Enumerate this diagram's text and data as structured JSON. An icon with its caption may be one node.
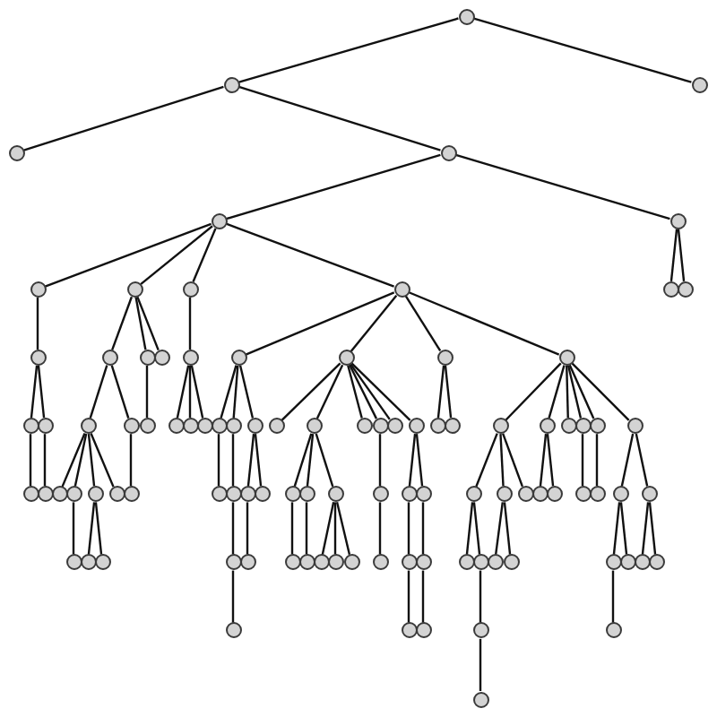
{
  "diagram": {
    "nodes": [
      {
        "text": [],
        "shape": "circle"
      },
      {
        "text": [],
        "shape": "circle"
      },
      {
        "text": [],
        "shape": "circle"
      },
      {
        "text": [],
        "shape": "circle"
      },
      {
        "text": [],
        "shape": "circle"
      },
      {
        "text": [],
        "shape": "circle"
      },
      {
        "text": [],
        "shape": "circle"
      },
      {
        "text": [],
        "shape": "circle"
      },
      {
        "text": [],
        "shape": "circle"
      },
      {
        "text": [],
        "shape": "circle"
      },
      {
        "text": [],
        "shape": "circle"
      },
      {
        "text": [],
        "shape": "circle"
      },
      {
        "text": [],
        "shape": "circle"
      },
      {
        "text": [],
        "shape": "circle"
      },
      {
        "text": [],
        "shape": "circle"
      },
      {
        "text": [],
        "shape": "circle"
      },
      {
        "text": [],
        "shape": "circle"
      },
      {
        "text": [],
        "shape": "circle"
      },
      {
        "text": [],
        "shape": "circle"
      },
      {
        "text": [],
        "shape": "circle"
      },
      {
        "text": [],
        "shape": "circle"
      },
      {
        "text": [],
        "shape": "circle"
      },
      {
        "text": [],
        "shape": "circle"
      },
      {
        "text": [],
        "shape": "circle"
      },
      {
        "text": [],
        "shape": "circle"
      },
      {
        "text": [],
        "shape": "circle"
      },
      {
        "text": [],
        "shape": "circle"
      },
      {
        "text": [],
        "shape": "circle"
      },
      {
        "text": [],
        "shape": "circle"
      },
      {
        "text": [],
        "shape": "circle"
      },
      {
        "text": [],
        "shape": "circle"
      },
      {
        "text": [],
        "shape": "circle"
      },
      {
        "text": [],
        "shape": "circle"
      },
      {
        "text": [],
        "shape": "circle"
      },
      {
        "text": [],
        "shape": "circle"
      },
      {
        "text": [],
        "shape": "circle"
      },
      {
        "text": [],
        "shape": "circle"
      },
      {
        "text": [],
        "shape": "circle"
      },
      {
        "text": [],
        "shape": "circle"
      },
      {
        "text": [],
        "shape": "circle"
      },
      {
        "text": [],
        "shape": "circle"
      },
      {
        "text": [],
        "shape": "circle"
      },
      {
        "text": [],
        "shape": "circle"
      },
      {
        "text": [],
        "shape": "circle"
      },
      {
        "text": [],
        "shape": "circle"
      },
      {
        "text": [],
        "shape": "circle"
      },
      {
        "text": [],
        "shape": "circle"
      },
      {
        "text": [],
        "shape": "circle"
      },
      {
        "text": [],
        "shape": "circle"
      },
      {
        "text": [],
        "shape": "circle"
      },
      {
        "text": [],
        "shape": "circle"
      },
      {
        "text": [],
        "shape": "circle"
      },
      {
        "text": [],
        "shape": "circle"
      },
      {
        "text": [],
        "shape": "circle"
      },
      {
        "text": [],
        "shape": "circle"
      },
      {
        "text": [],
        "shape": "circle"
      },
      {
        "text": [],
        "shape": "circle"
      },
      {
        "text": [],
        "shape": "circle"
      },
      {
        "text": [],
        "shape": "circle"
      },
      {
        "text": [],
        "shape": "circle"
      },
      {
        "text": [],
        "shape": "circle"
      },
      {
        "text": [],
        "shape": "circle"
      },
      {
        "text": [],
        "shape": "circle"
      },
      {
        "text": [],
        "shape": "circle"
      },
      {
        "text": [],
        "shape": "circle"
      },
      {
        "text": [],
        "shape": "circle"
      },
      {
        "text": [],
        "shape": "circle"
      },
      {
        "text": [],
        "shape": "circle"
      },
      {
        "text": [],
        "shape": "circle"
      },
      {
        "text": [],
        "shape": "circle"
      },
      {
        "text": [],
        "shape": "circle"
      },
      {
        "text": [],
        "shape": "circle"
      },
      {
        "text": [],
        "shape": "circle"
      },
      {
        "text": [],
        "shape": "circle"
      },
      {
        "text": [],
        "shape": "circle"
      },
      {
        "text": [],
        "shape": "circle"
      },
      {
        "text": [],
        "shape": "circle"
      },
      {
        "text": [],
        "shape": "circle"
      },
      {
        "text": [],
        "shape": "circle"
      },
      {
        "text": [],
        "shape": "circle"
      },
      {
        "text": [],
        "shape": "circle"
      },
      {
        "text": [],
        "shape": "circle"
      },
      {
        "text": [],
        "shape": "circle"
      },
      {
        "text": [],
        "shape": "circle"
      },
      {
        "text": [],
        "shape": "circle"
      },
      {
        "text": [],
        "shape": "circle"
      },
      {
        "text": [],
        "shape": "circle"
      },
      {
        "text": [],
        "shape": "circle"
      },
      {
        "text": [],
        "shape": "circle"
      },
      {
        "text": [],
        "shape": "circle"
      },
      {
        "text": [],
        "shape": "circle"
      },
      {
        "text": [],
        "shape": "circle"
      },
      {
        "text": [],
        "shape": "circle"
      },
      {
        "text": [],
        "shape": "circle"
      },
      {
        "text": [],
        "shape": "circle"
      },
      {
        "text": [],
        "shape": "circle"
      },
      {
        "text": [],
        "shape": "circle"
      },
      {
        "text": [],
        "shape": "circle"
      },
      {
        "text": [],
        "shape": "circle"
      },
      {
        "text": [],
        "shape": "circle"
      }
    ],
    "edges": [
      {
        "from": 0,
        "to": 1,
        "arrow": "none"
      },
      {
        "from": 0,
        "to": 2,
        "arrow": "none"
      },
      {
        "from": 1,
        "to": 3,
        "arrow": "none"
      },
      {
        "from": 1,
        "to": 4,
        "arrow": "none"
      },
      {
        "from": 4,
        "to": 5,
        "arrow": "none"
      },
      {
        "from": 4,
        "to": 6,
        "arrow": "none"
      },
      {
        "from": 6,
        "to": 11,
        "arrow": "none"
      },
      {
        "from": 6,
        "to": 12,
        "arrow": "none"
      },
      {
        "from": 5,
        "to": 7,
        "arrow": "none"
      },
      {
        "from": 5,
        "to": 8,
        "arrow": "none"
      },
      {
        "from": 5,
        "to": 9,
        "arrow": "none"
      },
      {
        "from": 5,
        "to": 10,
        "arrow": "none"
      },
      {
        "from": 7,
        "to": 13,
        "arrow": "none"
      },
      {
        "from": 8,
        "to": 14,
        "arrow": "none"
      },
      {
        "from": 8,
        "to": 15,
        "arrow": "none"
      },
      {
        "from": 8,
        "to": 16,
        "arrow": "none"
      },
      {
        "from": 9,
        "to": 17,
        "arrow": "none"
      },
      {
        "from": 10,
        "to": 18,
        "arrow": "none"
      },
      {
        "from": 10,
        "to": 19,
        "arrow": "none"
      },
      {
        "from": 10,
        "to": 20,
        "arrow": "none"
      },
      {
        "from": 10,
        "to": 21,
        "arrow": "none"
      },
      {
        "from": 13,
        "to": 22,
        "arrow": "none"
      },
      {
        "from": 13,
        "to": 23,
        "arrow": "none"
      },
      {
        "from": 14,
        "to": 24,
        "arrow": "none"
      },
      {
        "from": 14,
        "to": 25,
        "arrow": "none"
      },
      {
        "from": 15,
        "to": 26,
        "arrow": "none"
      },
      {
        "from": 17,
        "to": 27,
        "arrow": "none"
      },
      {
        "from": 17,
        "to": 28,
        "arrow": "none"
      },
      {
        "from": 17,
        "to": 29,
        "arrow": "none"
      },
      {
        "from": 18,
        "to": 30,
        "arrow": "none"
      },
      {
        "from": 18,
        "to": 31,
        "arrow": "none"
      },
      {
        "from": 18,
        "to": 32,
        "arrow": "none"
      },
      {
        "from": 19,
        "to": 33,
        "arrow": "none"
      },
      {
        "from": 19,
        "to": 34,
        "arrow": "none"
      },
      {
        "from": 19,
        "to": 35,
        "arrow": "none"
      },
      {
        "from": 19,
        "to": 36,
        "arrow": "none"
      },
      {
        "from": 19,
        "to": 37,
        "arrow": "none"
      },
      {
        "from": 19,
        "to": 38,
        "arrow": "none"
      },
      {
        "from": 20,
        "to": 39,
        "arrow": "none"
      },
      {
        "from": 20,
        "to": 40,
        "arrow": "none"
      },
      {
        "from": 21,
        "to": 41,
        "arrow": "none"
      },
      {
        "from": 21,
        "to": 42,
        "arrow": "none"
      },
      {
        "from": 21,
        "to": 43,
        "arrow": "none"
      },
      {
        "from": 21,
        "to": 44,
        "arrow": "none"
      },
      {
        "from": 21,
        "to": 45,
        "arrow": "none"
      },
      {
        "from": 21,
        "to": 46,
        "arrow": "none"
      },
      {
        "from": 22,
        "to": 47,
        "arrow": "none"
      },
      {
        "from": 23,
        "to": 48,
        "arrow": "none"
      },
      {
        "from": 24,
        "to": 49,
        "arrow": "none"
      },
      {
        "from": 24,
        "to": 50,
        "arrow": "none"
      },
      {
        "from": 24,
        "to": 51,
        "arrow": "none"
      },
      {
        "from": 24,
        "to": 52,
        "arrow": "none"
      },
      {
        "from": 25,
        "to": 53,
        "arrow": "none"
      },
      {
        "from": 30,
        "to": 54,
        "arrow": "none"
      },
      {
        "from": 31,
        "to": 55,
        "arrow": "none"
      },
      {
        "from": 32,
        "to": 56,
        "arrow": "none"
      },
      {
        "from": 32,
        "to": 57,
        "arrow": "none"
      },
      {
        "from": 34,
        "to": 58,
        "arrow": "none"
      },
      {
        "from": 34,
        "to": 59,
        "arrow": "none"
      },
      {
        "from": 34,
        "to": 60,
        "arrow": "none"
      },
      {
        "from": 36,
        "to": 61,
        "arrow": "none"
      },
      {
        "from": 38,
        "to": 62,
        "arrow": "none"
      },
      {
        "from": 38,
        "to": 63,
        "arrow": "none"
      },
      {
        "from": 41,
        "to": 64,
        "arrow": "none"
      },
      {
        "from": 41,
        "to": 65,
        "arrow": "none"
      },
      {
        "from": 41,
        "to": 66,
        "arrow": "none"
      },
      {
        "from": 42,
        "to": 67,
        "arrow": "none"
      },
      {
        "from": 42,
        "to": 68,
        "arrow": "none"
      },
      {
        "from": 44,
        "to": 69,
        "arrow": "none"
      },
      {
        "from": 45,
        "to": 70,
        "arrow": "none"
      },
      {
        "from": 46,
        "to": 71,
        "arrow": "none"
      },
      {
        "from": 46,
        "to": 72,
        "arrow": "none"
      },
      {
        "from": 50,
        "to": 73,
        "arrow": "none"
      },
      {
        "from": 51,
        "to": 74,
        "arrow": "none"
      },
      {
        "from": 51,
        "to": 75,
        "arrow": "none"
      },
      {
        "from": 55,
        "to": 76,
        "arrow": "none"
      },
      {
        "from": 56,
        "to": 77,
        "arrow": "none"
      },
      {
        "from": 58,
        "to": 78,
        "arrow": "none"
      },
      {
        "from": 59,
        "to": 79,
        "arrow": "none"
      },
      {
        "from": 60,
        "to": 80,
        "arrow": "none"
      },
      {
        "from": 60,
        "to": 81,
        "arrow": "none"
      },
      {
        "from": 60,
        "to": 82,
        "arrow": "none"
      },
      {
        "from": 61,
        "to": 83,
        "arrow": "none"
      },
      {
        "from": 62,
        "to": 84,
        "arrow": "none"
      },
      {
        "from": 63,
        "to": 85,
        "arrow": "none"
      },
      {
        "from": 64,
        "to": 86,
        "arrow": "none"
      },
      {
        "from": 64,
        "to": 87,
        "arrow": "none"
      },
      {
        "from": 65,
        "to": 88,
        "arrow": "none"
      },
      {
        "from": 65,
        "to": 89,
        "arrow": "none"
      },
      {
        "from": 71,
        "to": 90,
        "arrow": "none"
      },
      {
        "from": 71,
        "to": 91,
        "arrow": "none"
      },
      {
        "from": 72,
        "to": 92,
        "arrow": "none"
      },
      {
        "from": 72,
        "to": 93,
        "arrow": "none"
      },
      {
        "from": 76,
        "to": 94,
        "arrow": "none"
      },
      {
        "from": 84,
        "to": 95,
        "arrow": "none"
      },
      {
        "from": 85,
        "to": 96,
        "arrow": "none"
      },
      {
        "from": 87,
        "to": 97,
        "arrow": "none"
      },
      {
        "from": 90,
        "to": 98,
        "arrow": "none"
      },
      {
        "from": 97,
        "to": 99,
        "arrow": "none"
      }
    ]
  }
}
